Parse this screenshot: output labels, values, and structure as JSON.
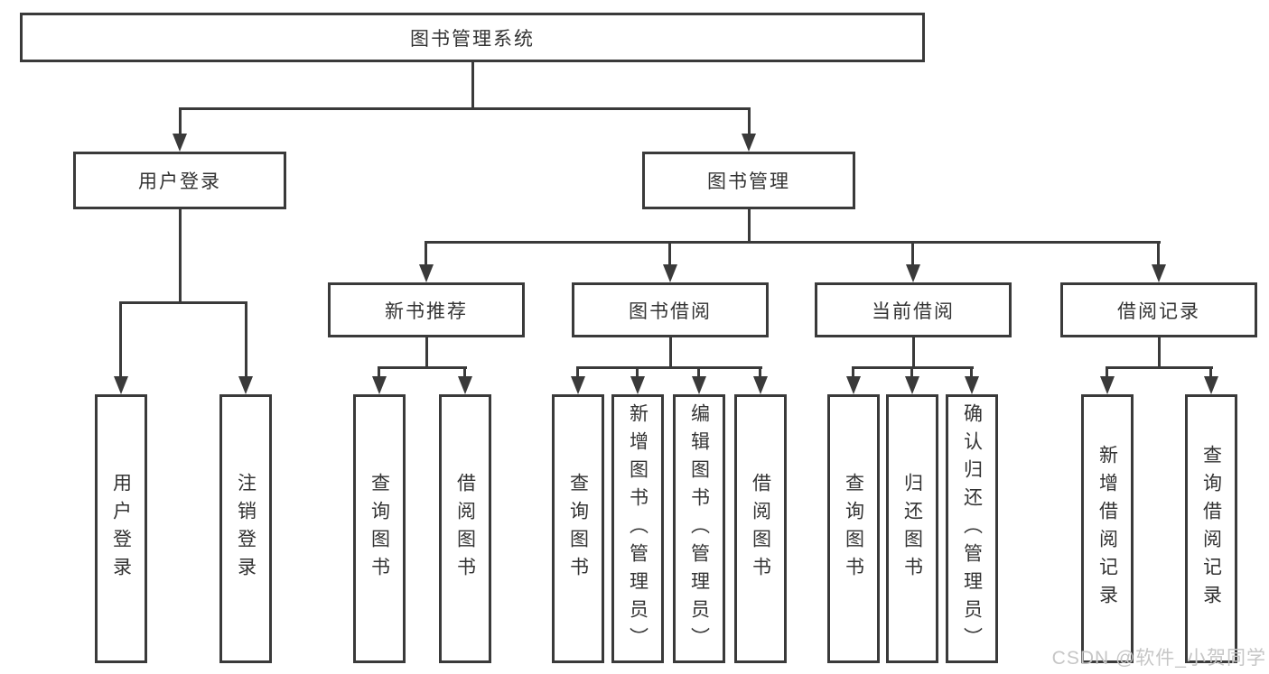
{
  "diagram": {
    "type": "tree",
    "root": {
      "label": "图书管理系统",
      "children": [
        {
          "label": "用户登录",
          "children": [
            {
              "label": "用户登录"
            },
            {
              "label": "注销登录"
            }
          ]
        },
        {
          "label": "图书管理",
          "children": [
            {
              "label": "新书推荐",
              "children": [
                {
                  "label": "查询图书"
                },
                {
                  "label": "借阅图书"
                }
              ]
            },
            {
              "label": "图书借阅",
              "children": [
                {
                  "label": "查询图书"
                },
                {
                  "label": "新增图书（管理员）"
                },
                {
                  "label": "编辑图书（管理员）"
                },
                {
                  "label": "借阅图书"
                }
              ]
            },
            {
              "label": "当前借阅",
              "children": [
                {
                  "label": "查询图书"
                },
                {
                  "label": "归还图书"
                },
                {
                  "label": "确认归还（管理员）"
                }
              ]
            },
            {
              "label": "借阅记录",
              "children": [
                {
                  "label": "新增借阅记录"
                },
                {
                  "label": "查询借阅记录"
                }
              ]
            }
          ]
        }
      ]
    }
  },
  "watermark": "CSDN @软件_小贺同学",
  "colors": {
    "line": "#3a3a3a",
    "text": "#333333",
    "background": "#ffffff",
    "watermark": "#c6c6c6"
  }
}
